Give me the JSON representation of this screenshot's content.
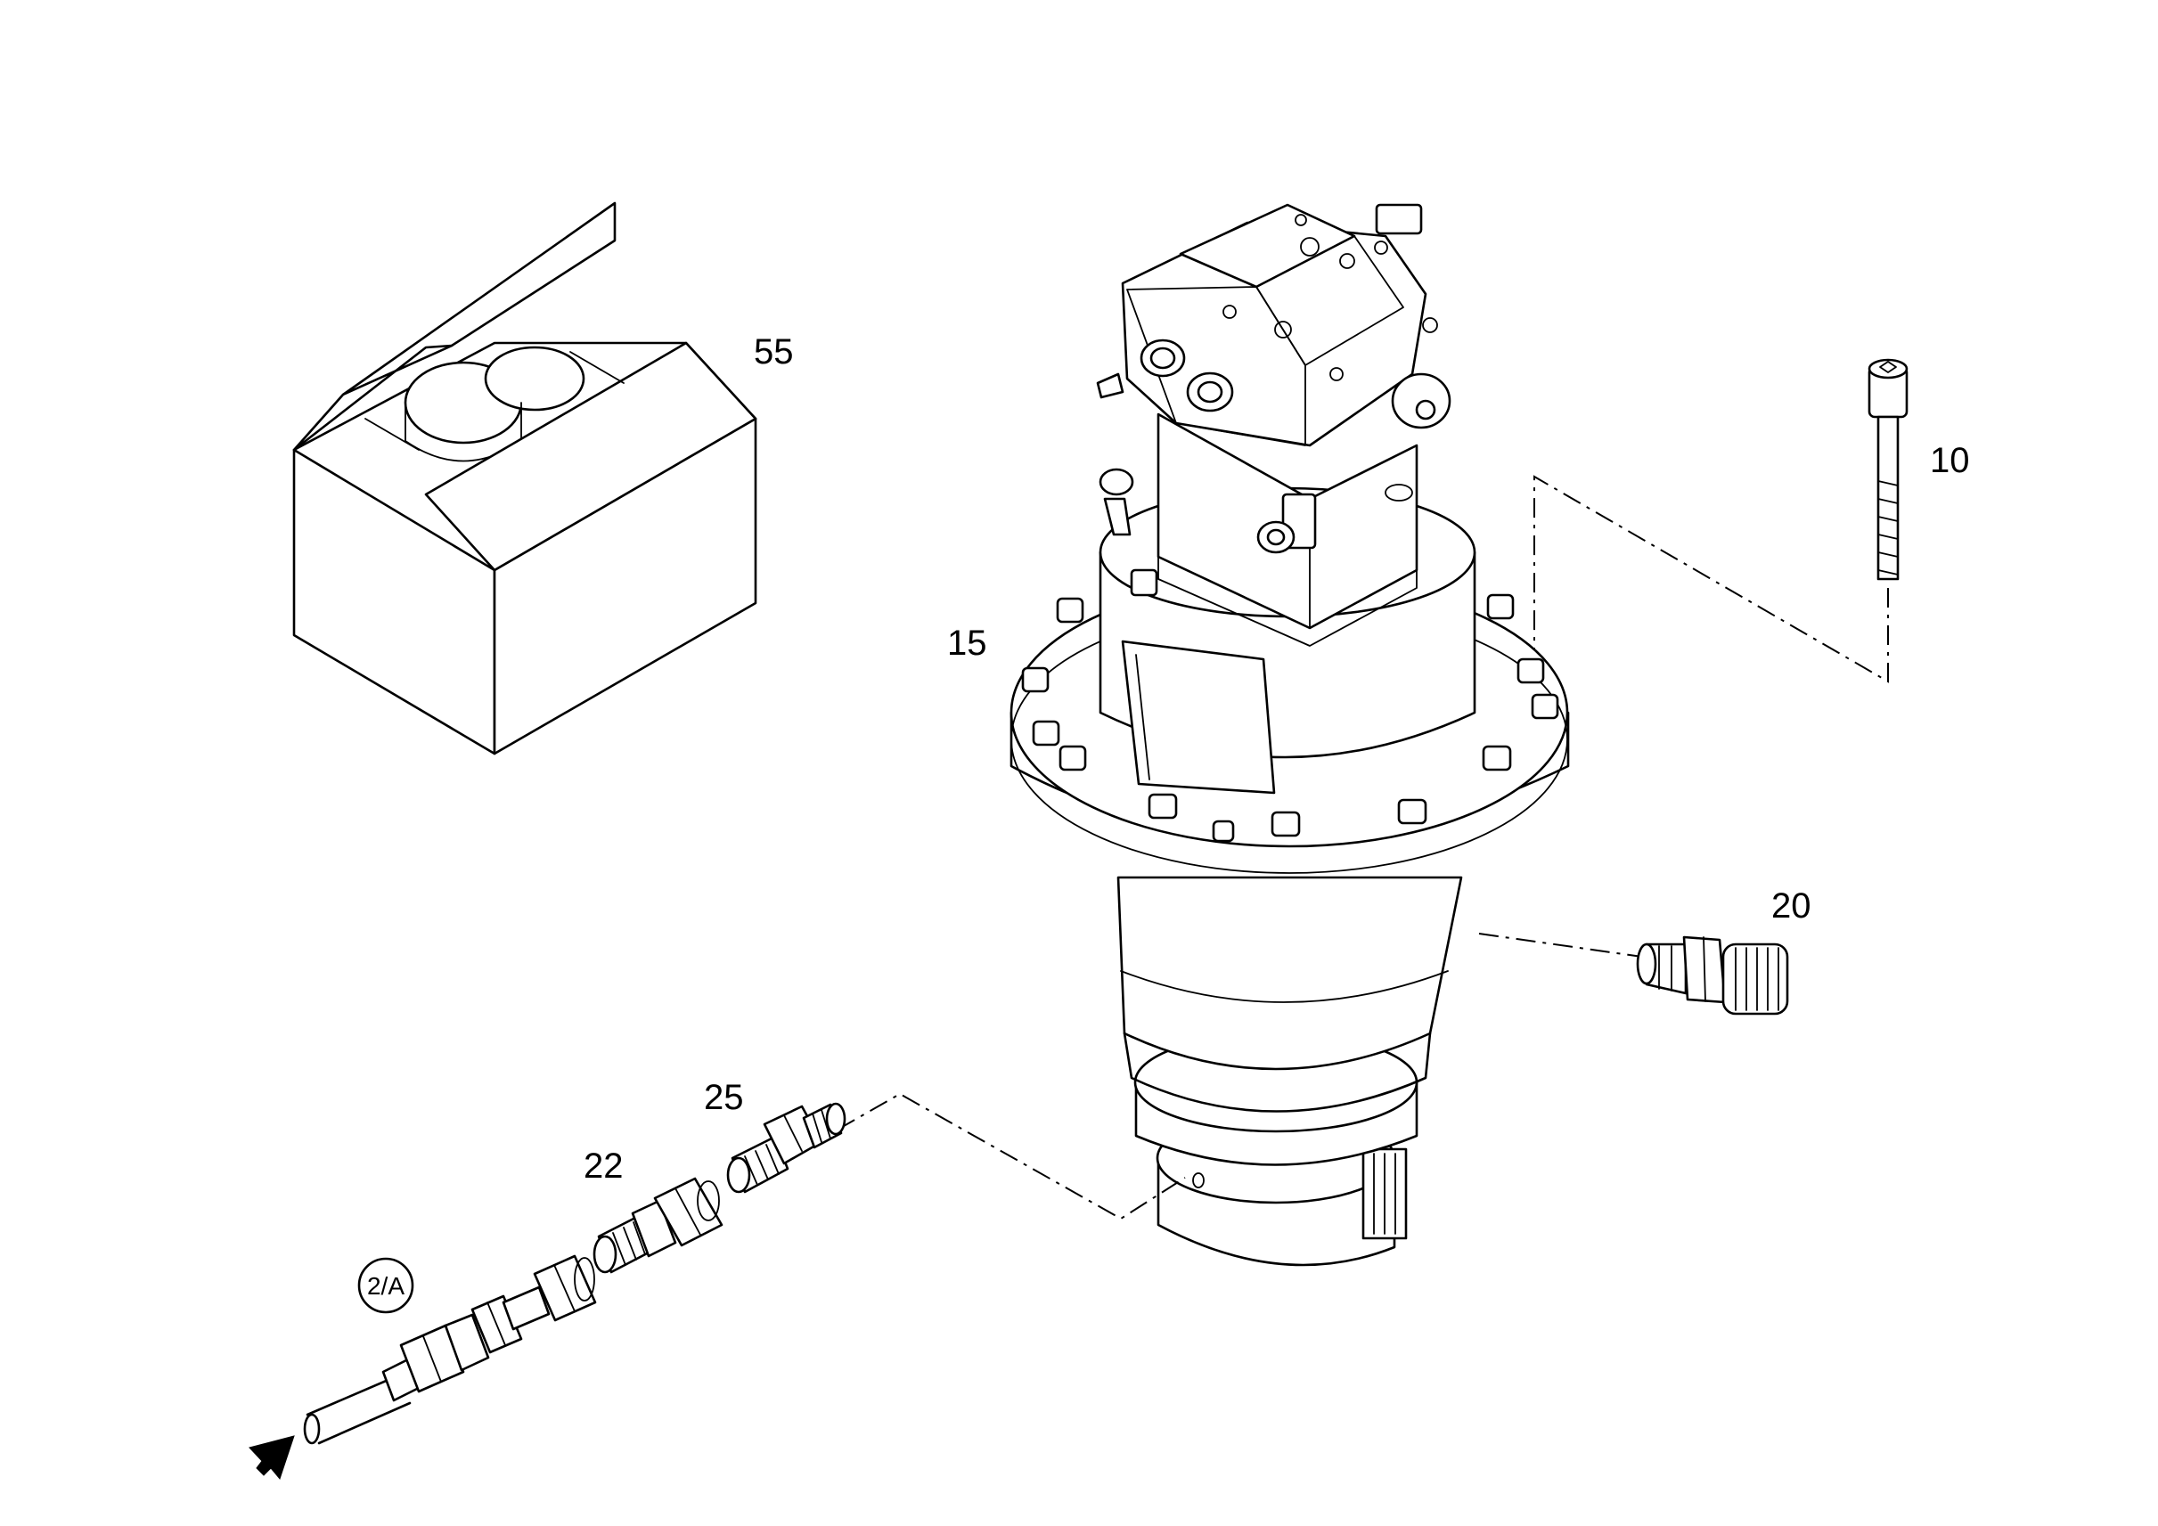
{
  "diagram": {
    "callouts": [
      {
        "id": "55",
        "label": "55"
      },
      {
        "id": "10",
        "label": "10"
      },
      {
        "id": "15",
        "label": "15"
      },
      {
        "id": "20",
        "label": "20"
      },
      {
        "id": "25",
        "label": "25"
      },
      {
        "id": "22",
        "label": "22"
      }
    ],
    "reference_badge": "2/A",
    "colors": {
      "line": "#000000",
      "background": "#ffffff"
    }
  }
}
